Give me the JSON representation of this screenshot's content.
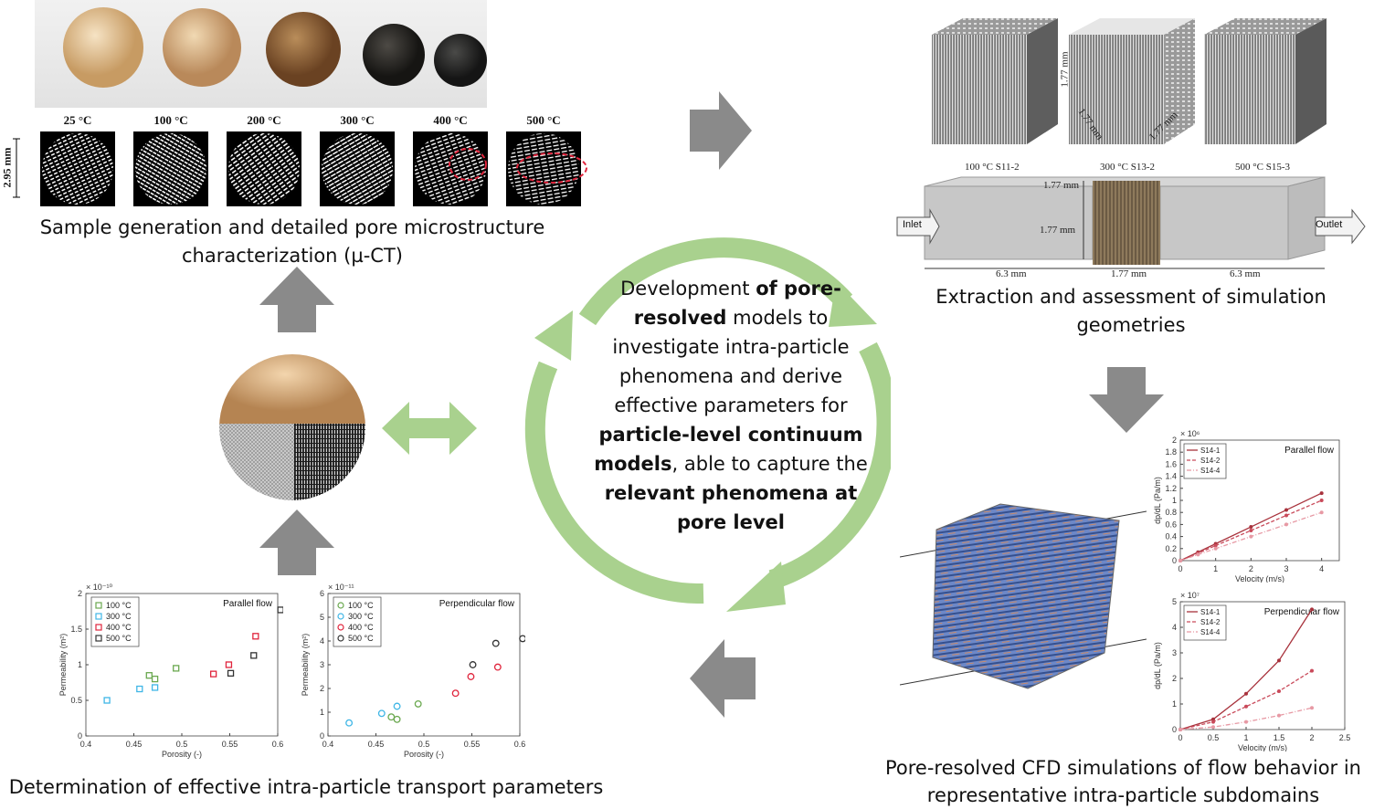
{
  "top_left": {
    "temperatures": [
      "25 °C",
      "100 °C",
      "200 °C",
      "300 °C",
      "400 °C",
      "500 °C"
    ],
    "scale_label": "2.95 mm",
    "caption": "Sample generation and detailed pore microstructure characterization (µ-CT)"
  },
  "top_right": {
    "cube_dim_a": "1.77 mm",
    "cube_dim_b": "1.77 mm",
    "cube_dim_c": "1.77 mm",
    "sample_labels": [
      "100 °C S11-2",
      "300 °C S13-2",
      "500 °C S15-3"
    ],
    "inlet": "Inlet",
    "outlet": "Outlet",
    "dim_top": "1.77 mm",
    "dim_mid": "1.77 mm",
    "dim_left": "6.3 mm",
    "dim_center": "1.77 mm",
    "dim_right": "6.3 mm",
    "caption": "Extraction and assessment of simulation geometries"
  },
  "center": {
    "p1": "Development ",
    "b1": "of pore-resolved",
    "p2": " models to investigate intra-particle phenomena and derive effective parameters for ",
    "b2": "particle-level continuum models",
    "p3": ", able to capture the ",
    "b3": "relevant phenomena at pore level"
  },
  "bottom_left": {
    "caption": "Determination of effective intra-particle transport parameters"
  },
  "bottom_right": {
    "caption": "Pore-resolved CFD simulations of flow behavior in representative intra-particle subdomains"
  },
  "colors": {
    "arrow_gray": "#8a8a8a",
    "cycle_green": "#a9d18e",
    "c100": "#6aa84f",
    "c300": "#3fb6e6",
    "c400": "#e0243c",
    "c500": "#333333",
    "line": "#b0303a"
  },
  "chart_data": [
    {
      "type": "scatter",
      "title": "Parallel flow",
      "xlabel": "Porosity (-)",
      "ylabel": "Permeability (m²)",
      "multiplier": "× 10⁻¹⁰",
      "xlim": [
        0.4,
        0.6
      ],
      "ylim": [
        0,
        2
      ],
      "xticks": [
        "0.4",
        "0.45",
        "0.5",
        "0.55",
        "0.6"
      ],
      "yticks": [
        "0",
        "0.5",
        "1",
        "1.5",
        "2"
      ],
      "legend_position": "top-left",
      "series": [
        {
          "name": "100 °C",
          "marker": "square",
          "color": "#6aa84f",
          "points": [
            [
              0.466,
              0.85
            ],
            [
              0.472,
              0.8
            ],
            [
              0.494,
              0.95
            ]
          ]
        },
        {
          "name": "300 °C",
          "marker": "square",
          "color": "#3fb6e6",
          "points": [
            [
              0.422,
              0.5
            ],
            [
              0.456,
              0.66
            ],
            [
              0.472,
              0.68
            ]
          ]
        },
        {
          "name": "400 °C",
          "marker": "square",
          "color": "#e0243c",
          "points": [
            [
              0.533,
              0.87
            ],
            [
              0.549,
              1.0
            ],
            [
              0.577,
              1.4
            ]
          ]
        },
        {
          "name": "500 °C",
          "marker": "square",
          "color": "#333333",
          "points": [
            [
              0.551,
              0.88
            ],
            [
              0.575,
              1.13
            ],
            [
              0.603,
              1.77
            ]
          ]
        }
      ]
    },
    {
      "type": "scatter",
      "title": "Perpendicular  flow",
      "xlabel": "Porosity (-)",
      "ylabel": "Permeability (m²)",
      "multiplier": "× 10⁻¹¹",
      "xlim": [
        0.4,
        0.6
      ],
      "ylim": [
        0,
        6
      ],
      "xticks": [
        "0.4",
        "0.45",
        "0.5",
        "0.55",
        "0.6"
      ],
      "yticks": [
        "0",
        "1",
        "2",
        "3",
        "4",
        "5",
        "6"
      ],
      "legend_position": "top-left",
      "series": [
        {
          "name": "100 °C",
          "marker": "circle",
          "color": "#6aa84f",
          "points": [
            [
              0.466,
              0.8
            ],
            [
              0.472,
              0.7
            ],
            [
              0.494,
              1.35
            ]
          ]
        },
        {
          "name": "300 °C",
          "marker": "circle",
          "color": "#3fb6e6",
          "points": [
            [
              0.422,
              0.55
            ],
            [
              0.456,
              0.95
            ],
            [
              0.472,
              1.25
            ]
          ]
        },
        {
          "name": "400 °C",
          "marker": "circle",
          "color": "#e0243c",
          "points": [
            [
              0.533,
              1.8
            ],
            [
              0.549,
              2.5
            ],
            [
              0.577,
              2.9
            ]
          ]
        },
        {
          "name": "500 °C",
          "marker": "circle",
          "color": "#333333",
          "points": [
            [
              0.551,
              3.0
            ],
            [
              0.575,
              3.9
            ],
            [
              0.603,
              4.1
            ]
          ]
        }
      ]
    },
    {
      "type": "line",
      "title": "Parallel flow",
      "xlabel": "Velocity (m/s)",
      "ylabel": "dp/dL (Pa/m)",
      "multiplier": "× 10⁶",
      "xlim": [
        0,
        4.5
      ],
      "ylim": [
        0,
        2
      ],
      "xticks": [
        "0",
        "1",
        "2",
        "3",
        "4"
      ],
      "yticks": [
        "0",
        "0.2",
        "0.4",
        "0.6",
        "0.8",
        "1",
        "1.2",
        "1.4",
        "1.6",
        "1.8",
        "2"
      ],
      "legend_position": "top-left",
      "series": [
        {
          "name": "S14-1",
          "style": "solid",
          "x": [
            0,
            0.5,
            1,
            2,
            3,
            4
          ],
          "y": [
            0,
            0.14,
            0.28,
            0.56,
            0.84,
            1.12
          ]
        },
        {
          "name": "S14-2",
          "style": "dashed",
          "x": [
            0,
            0.5,
            1,
            2,
            3,
            4
          ],
          "y": [
            0,
            0.12,
            0.25,
            0.5,
            0.75,
            1.0
          ]
        },
        {
          "name": "S14-4",
          "style": "dashdot",
          "x": [
            0,
            0.5,
            1,
            2,
            3,
            4
          ],
          "y": [
            0,
            0.1,
            0.2,
            0.4,
            0.6,
            0.8
          ]
        }
      ]
    },
    {
      "type": "line",
      "title": "Perpendicular  flow",
      "xlabel": "Velocity (m/s)",
      "ylabel": "dp/dL (Pa/m)",
      "multiplier": "× 10⁷",
      "xlim": [
        0,
        2.5
      ],
      "ylim": [
        0,
        5
      ],
      "xticks": [
        "0",
        "0.5",
        "1",
        "1.5",
        "2",
        "2.5"
      ],
      "yticks": [
        "0",
        "1",
        "2",
        "3",
        "4",
        "5"
      ],
      "legend_position": "top-left",
      "series": [
        {
          "name": "S14-1",
          "style": "solid",
          "x": [
            0,
            0.5,
            1,
            1.5,
            2
          ],
          "y": [
            0,
            0.4,
            1.4,
            2.7,
            4.7
          ]
        },
        {
          "name": "S14-2",
          "style": "dashed",
          "x": [
            0,
            0.5,
            1,
            1.5,
            2
          ],
          "y": [
            0,
            0.3,
            0.9,
            1.5,
            2.3
          ]
        },
        {
          "name": "S14-4",
          "style": "dashdot",
          "x": [
            0,
            0.5,
            1,
            1.5,
            2
          ],
          "y": [
            0,
            0.1,
            0.3,
            0.55,
            0.85
          ]
        }
      ]
    }
  ]
}
